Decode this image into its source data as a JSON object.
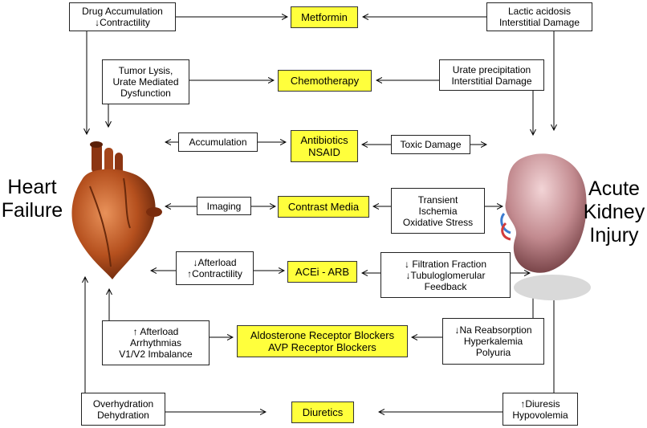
{
  "organs": {
    "heart": [
      "Heart",
      "Failure"
    ],
    "kidney": [
      "Acute",
      "Kidney",
      "Injury"
    ]
  },
  "drugs": {
    "metformin": [
      "Metformin"
    ],
    "chemotherapy": [
      "Chemotherapy"
    ],
    "antibiotics": [
      "Antibiotics",
      "NSAID"
    ],
    "contrast": [
      "Contrast Media"
    ],
    "acei": [
      "ACEi - ARB"
    ],
    "aldosterone": [
      "Aldosterone Receptor Blockers",
      "AVP Receptor Blockers"
    ],
    "diuretics": [
      "Diuretics"
    ]
  },
  "heart_effects": {
    "metformin": [
      "Drug Accumulation",
      "↓Contractility"
    ],
    "chemotherapy": [
      "Tumor Lysis,",
      "Urate Mediated",
      "Dysfunction"
    ],
    "antibiotics": [
      "Accumulation"
    ],
    "contrast": [
      "Imaging"
    ],
    "acei": [
      "↓Afterload",
      "↑Contractility"
    ],
    "aldosterone": [
      "↑ Afterload",
      "Arrhythmias",
      "V1/V2 Imbalance"
    ],
    "diuretics": [
      "Overhydration",
      "Dehydration"
    ]
  },
  "kidney_effects": {
    "metformin": [
      "Lactic acidosis",
      "Interstitial Damage"
    ],
    "chemotherapy": [
      "Urate precipitation",
      "Interstitial Damage"
    ],
    "antibiotics": [
      "Toxic Damage"
    ],
    "contrast": [
      "Transient",
      "Ischemia",
      "Oxidative Stress"
    ],
    "acei": [
      "↓ Filtration Fraction",
      "↓Tubuloglomerular",
      "Feedback"
    ],
    "aldosterone": [
      "↓Na Reabsorption",
      "Hyperkalemia",
      "Polyuria"
    ],
    "diuretics": [
      "↑Diuresis",
      "Hypovolemia"
    ]
  },
  "colors": {
    "drug_fill": "#ffff3c",
    "heart": "#b5501e",
    "kidney": "#b8757b"
  }
}
